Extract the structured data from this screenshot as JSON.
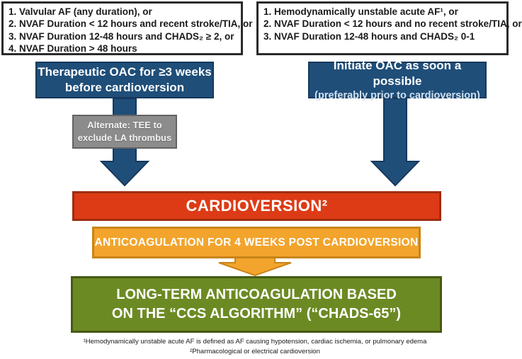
{
  "left_criteria": {
    "lines": [
      "1. Valvular AF (any duration), or",
      "2. NVAF Duration < 12 hours and recent stroke/TIA, or",
      "3. NVAF Duration 12-48 hours and CHADS₂ ≥ 2, or",
      "4. NVAF Duration > 48 hours"
    ]
  },
  "right_criteria": {
    "lines": [
      "1. Hemodynamically unstable acute AF¹, or",
      "2. NVAF Duration < 12 hours and no recent stroke/TIA, or",
      "3. NVAF Duration 12-48 hours and CHADS₂ 0-1"
    ]
  },
  "left_action": {
    "line1": "Therapeutic OAC for ≥3 weeks",
    "line2": "before cardioversion"
  },
  "right_action": {
    "line1": "Initiate OAC as soon a possible",
    "line2": "(preferably prior to cardioversion)"
  },
  "alternate_note": {
    "line1": "Alternate: TEE to",
    "line2": "exclude LA thrombus"
  },
  "cardioversion": {
    "label": "CARDIOVERSION²"
  },
  "post_anticoagulation": {
    "label": "ANTICOAGULATION FOR 4 WEEKS POST CARDIOVERSION"
  },
  "long_term": {
    "line1": "LONG-TERM ANTICOAGULATION BASED",
    "line2": "ON THE “CCS ALGORITHM” (“CHADS-65”)"
  },
  "footnotes": {
    "line1": "¹Hemodynamically unstable acute AF is defined as AF causing hypotension, cardiac ischemia, or pulmonary edema",
    "line2": "²Pharmacological or electrical cardioversion"
  },
  "colors": {
    "navy": "#1F4E79",
    "navy_dark": "#16395C",
    "red": "#DD3B16",
    "red_dark": "#9E2D10",
    "orange": "#F2A42C",
    "orange_dark": "#C9841A",
    "green": "#6C8A23",
    "green_dark": "#465A14",
    "gray": "#8C8C8C",
    "gray_dark": "#636363",
    "box_border": "#2B2B2B"
  }
}
